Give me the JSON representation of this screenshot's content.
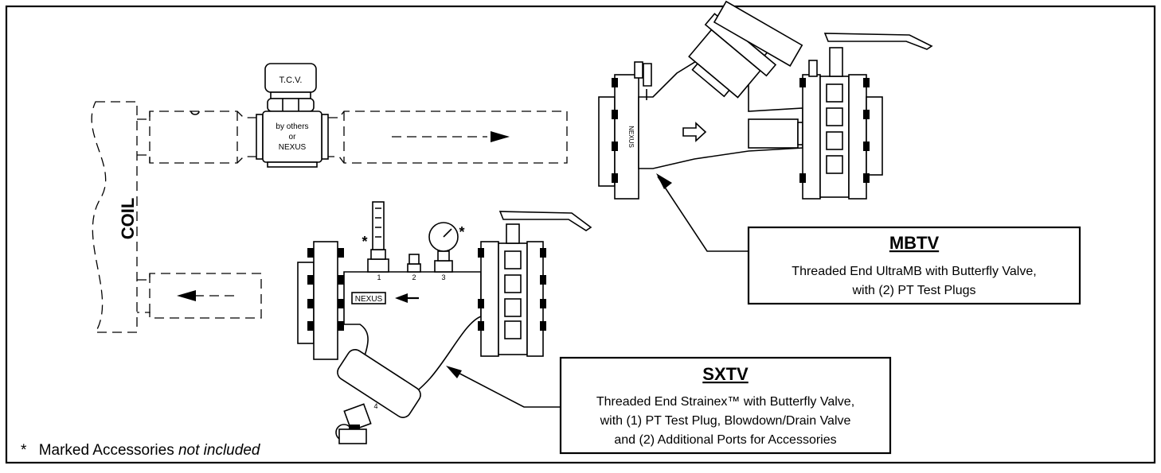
{
  "coil_label": "COIL",
  "tcv": {
    "label": "T.C.V.",
    "line1": "by others",
    "line2": "or",
    "line3": "NEXUS"
  },
  "mbtv": {
    "title": "MBTV",
    "line1": "Threaded End UltraMB with Butterfly Valve,",
    "line2": "with (2) PT Test Plugs",
    "body_mark": "NEXUS"
  },
  "sxtv": {
    "title": "SXTV",
    "line1": "Threaded End Strainex™ with Butterfly Valve,",
    "line2": "with (1) PT Test Plug, Blowdown/Drain Valve",
    "line3": "and (2) Additional Ports for Accessories",
    "body_label": "NEXUS",
    "ports": [
      "1",
      "2",
      "3",
      "4"
    ],
    "asterisk": "*"
  },
  "footnote": {
    "star": "*",
    "text": "Marked Accessories ",
    "italic": "not included"
  },
  "icons": [
    "flow-arrow-icon",
    "pressure-gauge-icon",
    "thermometer-icon",
    "butterfly-handle-icon"
  ]
}
